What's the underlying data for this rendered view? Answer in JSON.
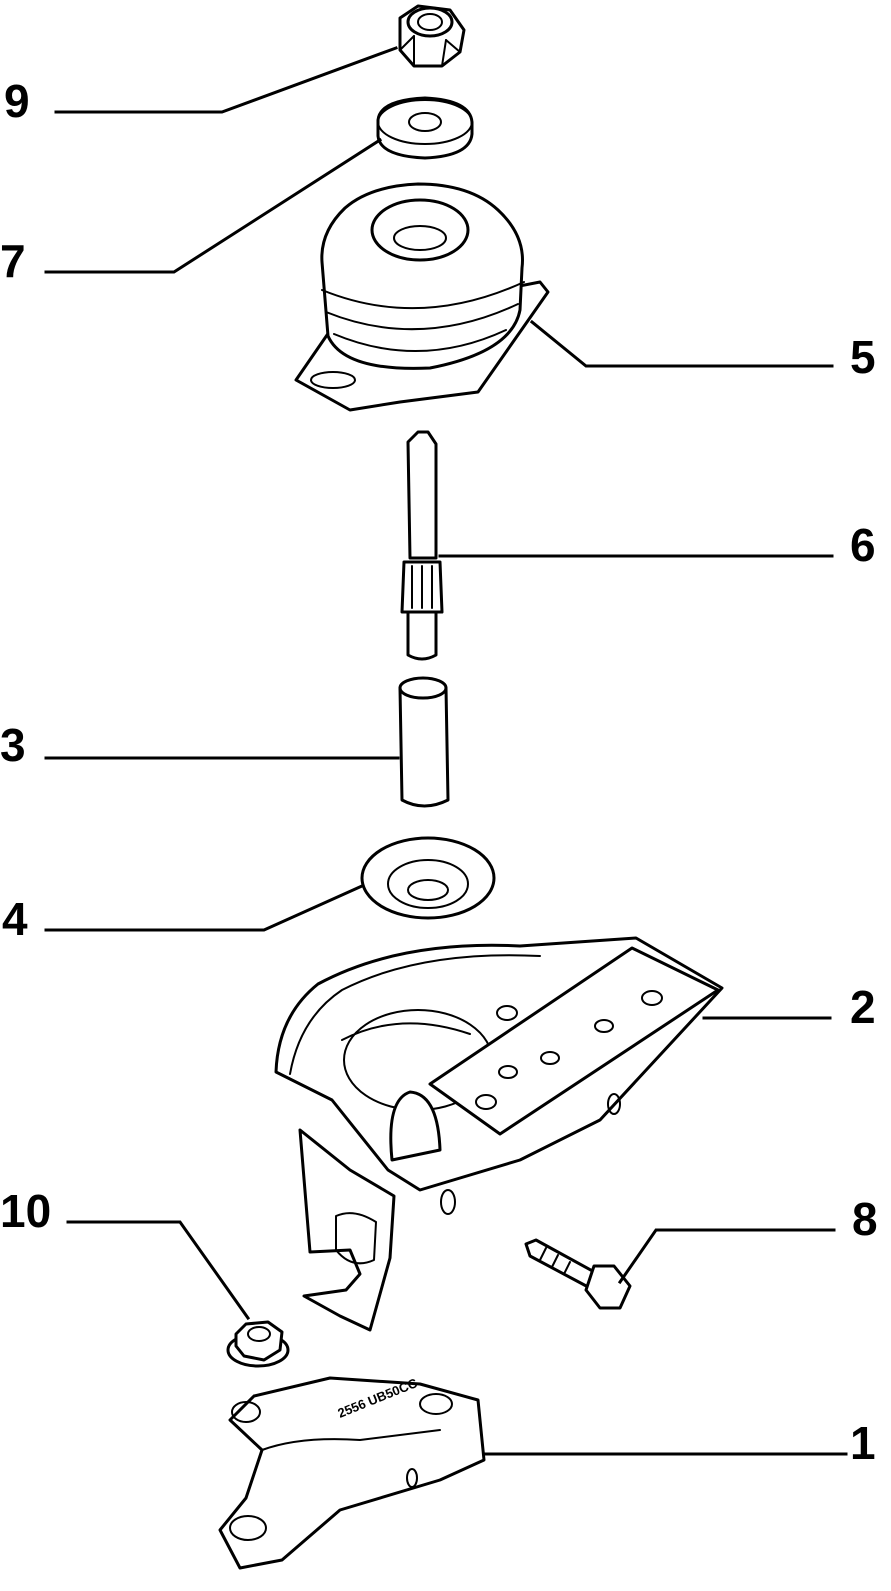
{
  "callouts": {
    "c1": "1",
    "c2": "2",
    "c3": "3",
    "c4": "4",
    "c5": "5",
    "c6": "6",
    "c7": "7",
    "c8": "8",
    "c9": "9",
    "c10": "10"
  },
  "part_marking": "2556 UB50CC"
}
